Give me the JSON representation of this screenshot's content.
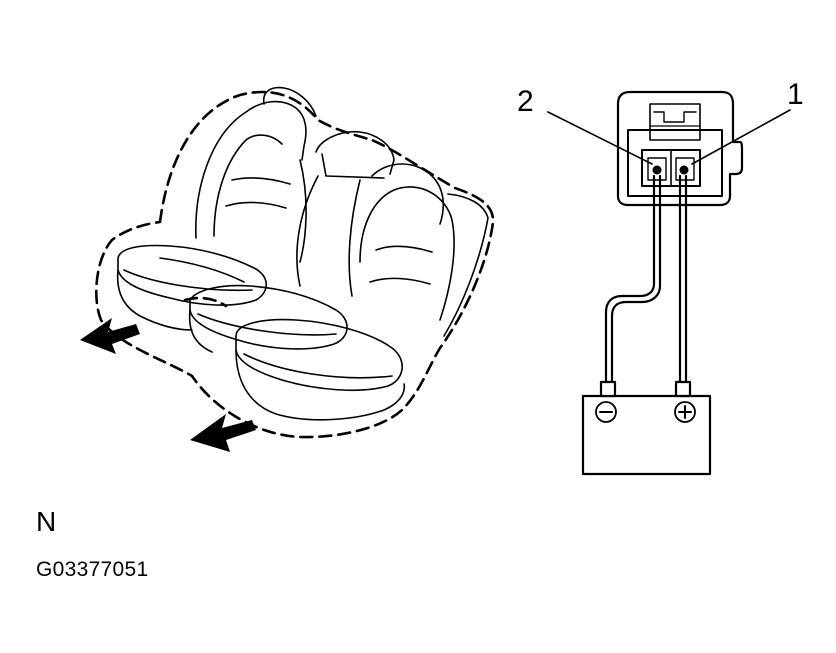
{
  "callouts": {
    "terminal_1": "1",
    "terminal_2": "2"
  },
  "battery": {
    "negative": "⊖",
    "positive": "⊕"
  },
  "view_letter": "N",
  "figure_code": "G03377051",
  "colors": {
    "ink": "#000000",
    "background": "#ffffff"
  }
}
